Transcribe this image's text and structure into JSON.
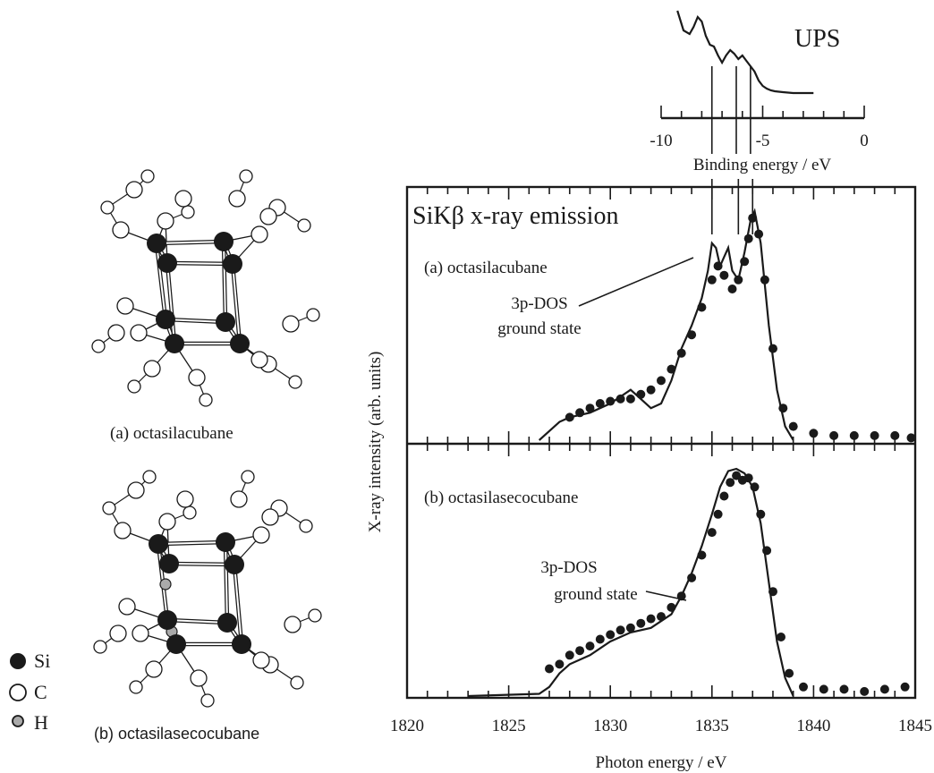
{
  "legend": [
    {
      "label": "Si",
      "marker": "filled"
    },
    {
      "label": "C",
      "marker": "open"
    },
    {
      "label": "H",
      "marker": "hatched"
    }
  ],
  "molecule_labels": {
    "a": "(a) octasilacubane",
    "b": "(b) octasilasecocubane"
  },
  "chart_data": [
    {
      "type": "line",
      "title": "UPS",
      "xlabel": "Binding energy / eV",
      "xlim": [
        -10,
        0
      ],
      "xticks": [
        -10,
        -5,
        0
      ],
      "marker_lines": [
        -7.5,
        -6.3,
        -5.6
      ],
      "series": [
        {
          "x": [
            -9.2,
            -8.9,
            -8.6,
            -8.4,
            -8.2,
            -8.0,
            -7.8,
            -7.6,
            -7.4,
            -7.2,
            -7.0,
            -6.8,
            -6.6,
            -6.4,
            -6.2,
            -6.0,
            -5.8,
            -5.6,
            -5.4,
            -5.2,
            -5.0,
            -4.8,
            -4.6,
            -4.4,
            -4.0,
            -3.5,
            -3.0,
            -2.5
          ],
          "y": [
            1.0,
            0.78,
            0.74,
            0.82,
            0.93,
            0.88,
            0.72,
            0.62,
            0.6,
            0.5,
            0.42,
            0.5,
            0.56,
            0.52,
            0.46,
            0.5,
            0.44,
            0.38,
            0.32,
            0.22,
            0.16,
            0.13,
            0.11,
            0.1,
            0.09,
            0.08,
            0.08,
            0.08
          ]
        }
      ]
    },
    {
      "type": "scatter",
      "title": "SiKβ x-ray emission",
      "xlabel": "Photon energy / eV",
      "ylabel": "X-ray intensity (arb. units)",
      "xlim": [
        1820,
        1845
      ],
      "xticks": [
        1820,
        1825,
        1830,
        1835,
        1840,
        1845
      ],
      "marker_lines": [
        1835.0,
        1836.3,
        1837.0
      ],
      "panels": [
        {
          "label": "(a) octasilacubane",
          "annotation": [
            "3p-DOS",
            "ground state"
          ],
          "measured": [
            [
              1828.0,
              0.1
            ],
            [
              1828.5,
              0.12
            ],
            [
              1829.0,
              0.14
            ],
            [
              1829.5,
              0.16
            ],
            [
              1830.0,
              0.17
            ],
            [
              1830.5,
              0.18
            ],
            [
              1831.0,
              0.18
            ],
            [
              1831.5,
              0.2
            ],
            [
              1832.0,
              0.22
            ],
            [
              1832.5,
              0.26
            ],
            [
              1833.0,
              0.31
            ],
            [
              1833.5,
              0.38
            ],
            [
              1834.0,
              0.46
            ],
            [
              1834.5,
              0.58
            ],
            [
              1835.0,
              0.7
            ],
            [
              1835.3,
              0.76
            ],
            [
              1835.6,
              0.72
            ],
            [
              1836.0,
              0.66
            ],
            [
              1836.3,
              0.7
            ],
            [
              1836.6,
              0.78
            ],
            [
              1836.8,
              0.88
            ],
            [
              1837.0,
              0.97
            ],
            [
              1837.3,
              0.9
            ],
            [
              1837.6,
              0.7
            ],
            [
              1838.0,
              0.4
            ],
            [
              1838.5,
              0.14
            ],
            [
              1839.0,
              0.06
            ],
            [
              1840.0,
              0.03
            ],
            [
              1841.0,
              0.02
            ],
            [
              1842.0,
              0.02
            ],
            [
              1843.0,
              0.02
            ],
            [
              1844.0,
              0.02
            ],
            [
              1844.8,
              0.01
            ]
          ],
          "calculated": [
            [
              1826.5,
              0.0
            ],
            [
              1827.0,
              0.04
            ],
            [
              1827.5,
              0.08
            ],
            [
              1828.0,
              0.1
            ],
            [
              1829.0,
              0.12
            ],
            [
              1830.0,
              0.16
            ],
            [
              1831.0,
              0.22
            ],
            [
              1831.5,
              0.18
            ],
            [
              1832.0,
              0.14
            ],
            [
              1832.5,
              0.16
            ],
            [
              1833.0,
              0.26
            ],
            [
              1833.5,
              0.4
            ],
            [
              1834.0,
              0.5
            ],
            [
              1834.5,
              0.62
            ],
            [
              1834.8,
              0.74
            ],
            [
              1835.0,
              0.86
            ],
            [
              1835.2,
              0.84
            ],
            [
              1835.4,
              0.76
            ],
            [
              1835.6,
              0.8
            ],
            [
              1835.8,
              0.84
            ],
            [
              1836.0,
              0.74
            ],
            [
              1836.3,
              0.7
            ],
            [
              1836.6,
              0.82
            ],
            [
              1836.9,
              0.96
            ],
            [
              1837.1,
              1.0
            ],
            [
              1837.4,
              0.86
            ],
            [
              1837.8,
              0.5
            ],
            [
              1838.2,
              0.22
            ],
            [
              1838.6,
              0.06
            ],
            [
              1839.0,
              0.0
            ]
          ]
        },
        {
          "label": "(b) octasilasecocubane",
          "annotation": [
            "3p-DOS",
            "ground state"
          ],
          "measured": [
            [
              1827.0,
              0.12
            ],
            [
              1827.5,
              0.14
            ],
            [
              1828.0,
              0.18
            ],
            [
              1828.5,
              0.2
            ],
            [
              1829.0,
              0.22
            ],
            [
              1829.5,
              0.25
            ],
            [
              1830.0,
              0.27
            ],
            [
              1830.5,
              0.29
            ],
            [
              1831.0,
              0.3
            ],
            [
              1831.5,
              0.32
            ],
            [
              1832.0,
              0.34
            ],
            [
              1832.5,
              0.35
            ],
            [
              1833.0,
              0.39
            ],
            [
              1833.5,
              0.44
            ],
            [
              1834.0,
              0.52
            ],
            [
              1834.5,
              0.62
            ],
            [
              1835.0,
              0.72
            ],
            [
              1835.3,
              0.8
            ],
            [
              1835.6,
              0.88
            ],
            [
              1835.9,
              0.94
            ],
            [
              1836.2,
              0.97
            ],
            [
              1836.5,
              0.95
            ],
            [
              1836.8,
              0.96
            ],
            [
              1837.1,
              0.92
            ],
            [
              1837.4,
              0.8
            ],
            [
              1837.7,
              0.64
            ],
            [
              1838.0,
              0.46
            ],
            [
              1838.4,
              0.26
            ],
            [
              1838.8,
              0.1
            ],
            [
              1839.5,
              0.04
            ],
            [
              1840.5,
              0.03
            ],
            [
              1841.5,
              0.03
            ],
            [
              1842.5,
              0.02
            ],
            [
              1843.5,
              0.03
            ],
            [
              1844.5,
              0.04
            ]
          ],
          "calculated": [
            [
              1823.0,
              0.0
            ],
            [
              1826.5,
              0.01
            ],
            [
              1827.0,
              0.04
            ],
            [
              1827.5,
              0.1
            ],
            [
              1828.0,
              0.14
            ],
            [
              1829.0,
              0.18
            ],
            [
              1830.0,
              0.24
            ],
            [
              1831.0,
              0.28
            ],
            [
              1832.0,
              0.3
            ],
            [
              1833.0,
              0.36
            ],
            [
              1833.5,
              0.44
            ],
            [
              1834.0,
              0.54
            ],
            [
              1834.5,
              0.66
            ],
            [
              1835.0,
              0.8
            ],
            [
              1835.4,
              0.92
            ],
            [
              1835.8,
              0.99
            ],
            [
              1836.2,
              1.0
            ],
            [
              1836.6,
              0.98
            ],
            [
              1837.0,
              0.92
            ],
            [
              1837.4,
              0.76
            ],
            [
              1837.8,
              0.5
            ],
            [
              1838.2,
              0.24
            ],
            [
              1838.6,
              0.08
            ],
            [
              1839.0,
              0.0
            ]
          ]
        }
      ]
    }
  ]
}
